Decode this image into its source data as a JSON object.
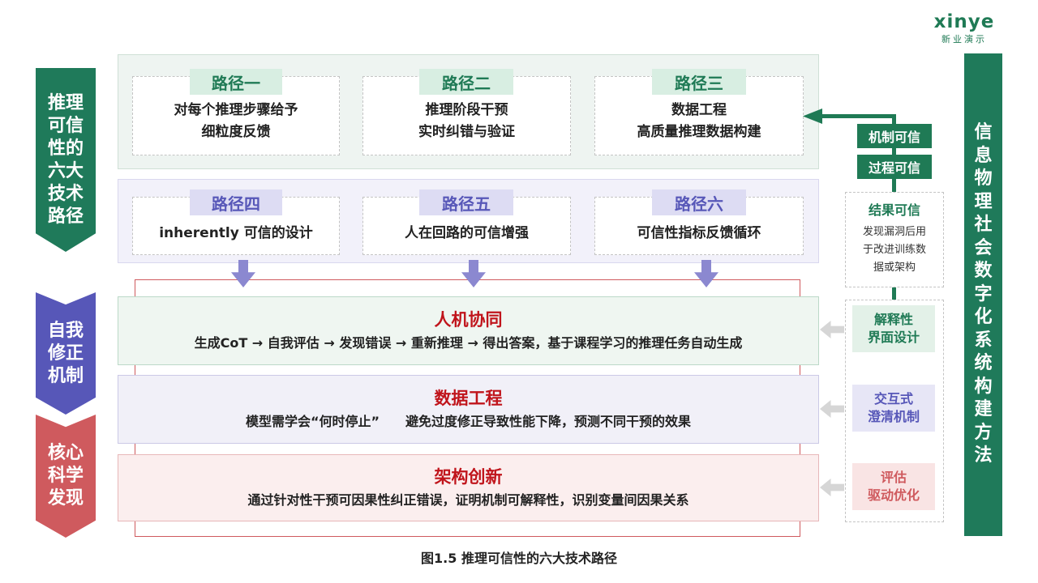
{
  "logo": {
    "word": "xinye",
    "sub": "新业演示"
  },
  "left_labels": [
    "推理可信性的六大技术路径",
    "自我修正机制",
    "核心科学发现"
  ],
  "paths_top": [
    {
      "tag": "路径一",
      "line1": "对每个推理步骤给予",
      "line2": "细粒度反馈"
    },
    {
      "tag": "路径二",
      "line1": "推理阶段干预",
      "line2": "实时纠错与验证"
    },
    {
      "tag": "路径三",
      "line1": "数据工程",
      "line2": "高质量推理数据构建"
    }
  ],
  "paths_bottom": [
    {
      "tag": "路径四",
      "text": "inherently 可信的设计"
    },
    {
      "tag": "路径五",
      "text": "人在回路的可信增强"
    },
    {
      "tag": "路径六",
      "text": "可信性指标反馈循环"
    }
  ],
  "bands": [
    {
      "head": "人机协同",
      "body": "生成CoT → 自我评估 → 发现错误 → 重新推理 → 得出答案，基于课程学习的推理任务自动生成"
    },
    {
      "head": "数据工程",
      "body": "模型需学会“何时停止”　　避免过度修正导致性能下降，预测不同干预的效果"
    },
    {
      "head": "架构创新",
      "body": "通过针对性干预可因果性纠正错误，证明机制可解释性，识别变量间因果关系"
    }
  ],
  "right_side": {
    "label1": "机制可信",
    "label2": "过程可信",
    "result_title": "结果可信",
    "result_desc": [
      "发现漏洞后用",
      "于改进训练数",
      "据或架构"
    ],
    "items": [
      {
        "line1": "解释性",
        "line2": "界面设计",
        "color": "#1f7a55",
        "bg": "#e3f1e8"
      },
      {
        "line1": "交互式",
        "line2": "澄清机制",
        "color": "#5757b8",
        "bg": "#e7e6f6"
      },
      {
        "line1": "评估",
        "line2": "驱动优化",
        "color": "#cf5a5e",
        "bg": "#f9e4e4"
      }
    ],
    "vertical_title": "信息物理社会数字化系统构建方法"
  },
  "caption": "图1.5 推理可信性的六大技术路径",
  "colors": {
    "green": "#1f7a55",
    "purple": "#5757b8",
    "red": "#cf5a5e",
    "band_title": "#c0141b"
  }
}
